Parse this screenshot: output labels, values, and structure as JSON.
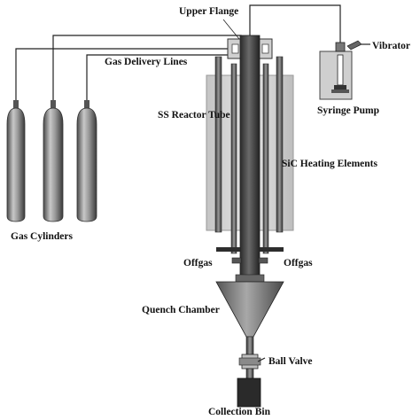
{
  "labels": {
    "upper_flange": "Upper Flange",
    "gas_delivery_lines": "Gas Delivery Lines",
    "vibrator": "Vibrator",
    "syringe_pump": "Syringe Pump",
    "ss_reactor_tube": "SS Reactor Tube",
    "sic_heating_elements": "SiC Heating Elements",
    "gas_cylinders": "Gas Cylinders",
    "offgas_left": "Offgas",
    "offgas_right": "Offgas",
    "quench_chamber": "Quench Chamber",
    "ball_valve": "Ball Valve",
    "collection_bin": "Collection Bin"
  },
  "colors": {
    "line": "#222222",
    "furnace": "#d6d6d6",
    "tube": "#3a3a3a",
    "metal": "#8a8a8a"
  }
}
